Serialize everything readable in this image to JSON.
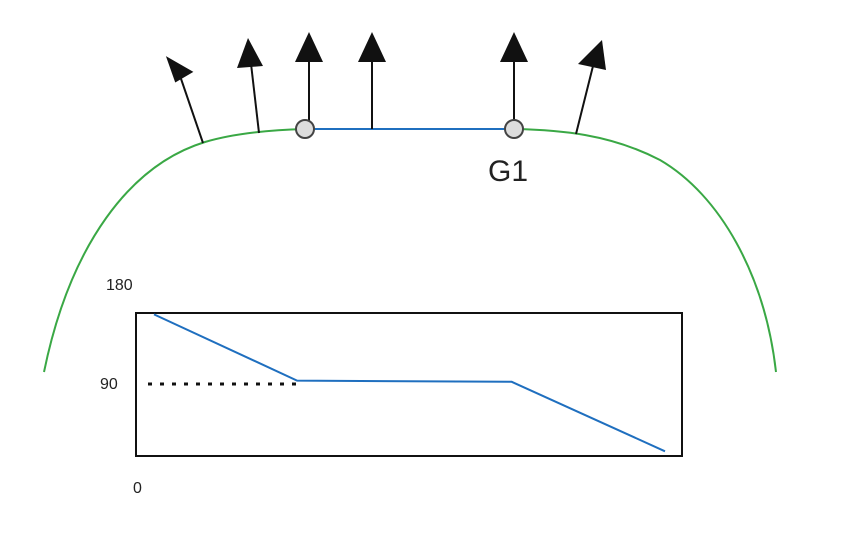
{
  "diagram": {
    "point_label": "G1",
    "colors": {
      "curve": "#3aa845",
      "flat_segment": "#1f6fbf",
      "arrow": "#111111",
      "point_fill": "#dddddd",
      "point_stroke": "#444444",
      "plot_line": "#1f6fbf",
      "frame": "#111111",
      "dashed": "#111111"
    },
    "marker_icon": "circle-marker",
    "arrow_icon": "arrow-up-icon"
  },
  "chart_data": {
    "type": "line",
    "ytick_labels": [
      "180",
      "90",
      "0"
    ],
    "ylim": [
      0,
      180
    ],
    "series": [
      {
        "x": [
          0,
          0.28,
          0.7,
          1.0
        ],
        "y": [
          152,
          93,
          92,
          30
        ]
      }
    ],
    "reference_line": {
      "y": 90,
      "style": "dotted"
    },
    "grid": false
  }
}
